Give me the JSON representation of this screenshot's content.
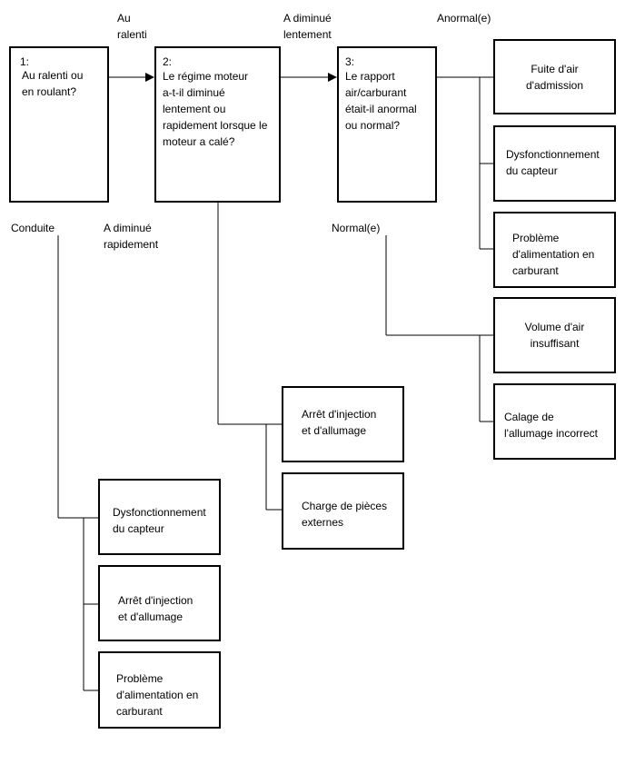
{
  "questions": {
    "q1": {
      "num": "1:",
      "text": "Au ralenti ou\nen roulant?"
    },
    "q2": {
      "num": "2:",
      "text": "Le régime moteur\na-t-il diminué\nlentement ou\nrapidement lorsque le\nmoteur a calé?"
    },
    "q3": {
      "num": "3:",
      "text": "Le rapport\nair/carburant\nétait-il anormal\nou normal?"
    }
  },
  "edge_labels": {
    "au_ralenti": "Au\nralenti",
    "conduite": "Conduite",
    "a_diminue_lentement": "A diminué\nlentement",
    "a_diminue_rapidement": "A diminué\nrapidement",
    "anormal": "Anormal(e)",
    "normal": "Normal(e)"
  },
  "results": {
    "fuite_air": "Fuite d'air\nd'admission",
    "dysf_capteur_top": "Dysfonctionnement\ndu capteur",
    "probleme_alim_top": "Problème\nd'alimentation en\ncarburant",
    "volume_air": "Volume d'air\ninsuffisant",
    "calage_allumage": "Calage de\nl'allumage incorrect",
    "arret_inj_mid": "Arrêt d'injection\net d'allumage",
    "charge_pieces": "Charge de pièces\nexternes",
    "dysf_capteur_bottom": "Dysfonctionnement\ndu capteur",
    "arret_inj_bottom": "Arrêt d'injection\net d'allumage",
    "probleme_alim_bottom": "Problème\nd'alimentation en\ncarburant"
  }
}
